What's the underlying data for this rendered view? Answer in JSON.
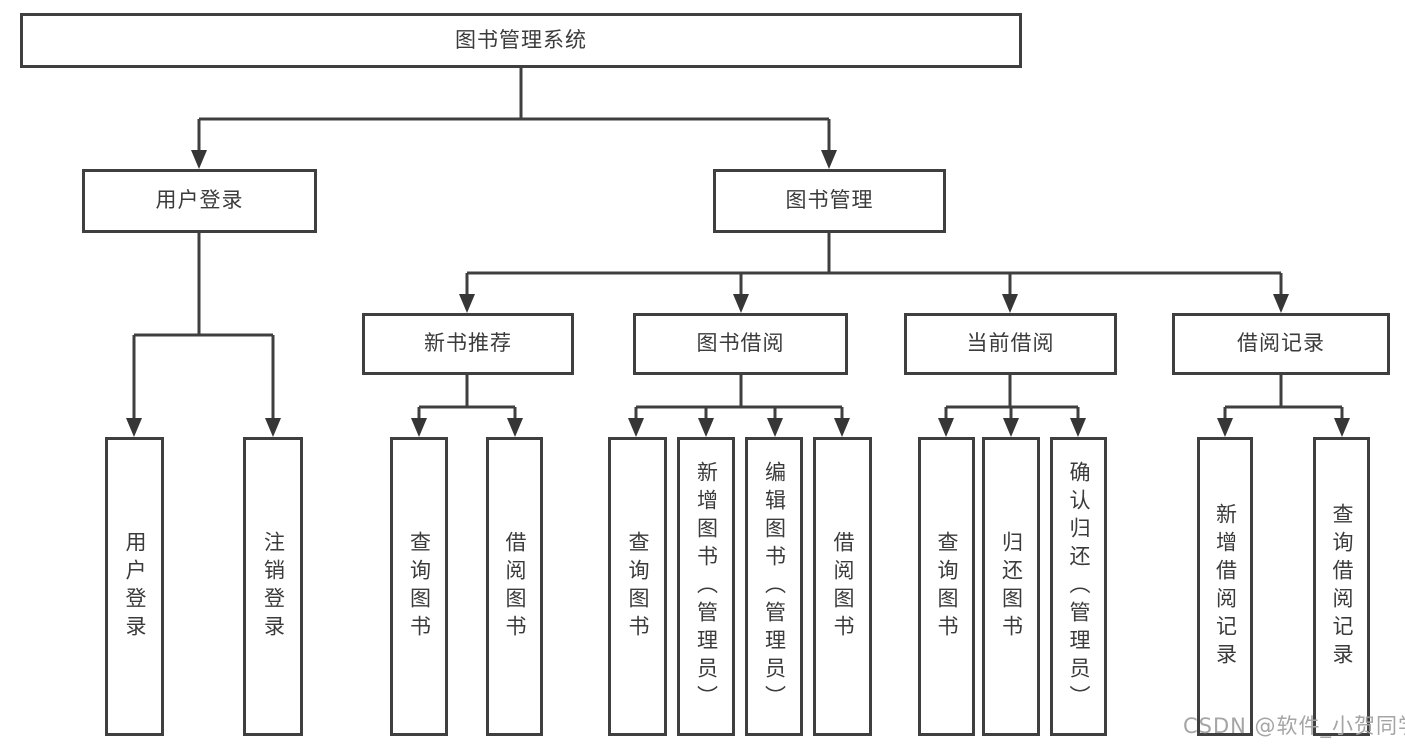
{
  "title": "图书管理系统",
  "watermark": "CSDN @软件_小贺同学",
  "colors": {
    "line": "#3f3f3f",
    "box_border": "#3f3f3f",
    "text": "#3b3b3b",
    "watermark": "#a5a5a5",
    "background": "#ffffff"
  },
  "nodes": {
    "root": {
      "label": "图书管理系统"
    },
    "level2": [
      {
        "label": "用户登录"
      },
      {
        "label": "图书管理"
      }
    ],
    "level3": [
      {
        "label": "新书推荐",
        "parent": "图书管理"
      },
      {
        "label": "图书借阅",
        "parent": "图书管理"
      },
      {
        "label": "当前借阅",
        "parent": "图书管理"
      },
      {
        "label": "借阅记录",
        "parent": "图书管理"
      }
    ],
    "leaves": [
      {
        "label": "用户登录",
        "parent": "用户登录"
      },
      {
        "label": "注销登录",
        "parent": "用户登录"
      },
      {
        "label": "查询图书",
        "parent": "新书推荐"
      },
      {
        "label": "借阅图书",
        "parent": "新书推荐"
      },
      {
        "label": "查询图书",
        "parent": "图书借阅"
      },
      {
        "label": "新增图书（管理员）",
        "parent": "图书借阅"
      },
      {
        "label": "编辑图书（管理员）",
        "parent": "图书借阅"
      },
      {
        "label": "借阅图书",
        "parent": "图书借阅"
      },
      {
        "label": "查询图书",
        "parent": "当前借阅"
      },
      {
        "label": "归还图书",
        "parent": "当前借阅"
      },
      {
        "label": "确认归还（管理员）",
        "parent": "当前借阅"
      },
      {
        "label": "新增借阅记录",
        "parent": "借阅记录"
      },
      {
        "label": "查询借阅记录",
        "parent": "借阅记录"
      }
    ]
  }
}
